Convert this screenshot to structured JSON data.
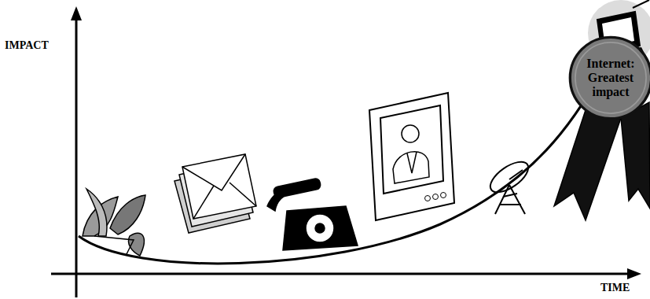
{
  "diagram": {
    "nodes": [
      {
        "text": [
          "Internet: Greatest impact"
        ]
      }
    ],
    "labels": [
      "IMPACT",
      "TIME"
    ]
  }
}
